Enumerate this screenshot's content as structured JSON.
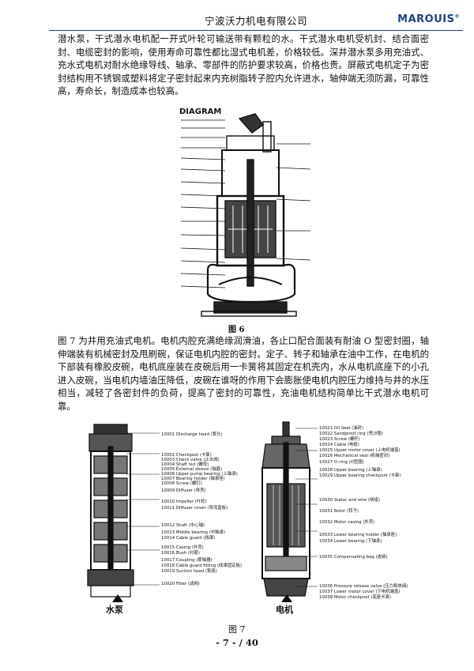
{
  "header": {
    "company": "宁波沃力机电有限公司",
    "logo": "MAROUIS"
  },
  "paragraph1": "潜水泵，干式潜水电机配一开式叶轮可输送带有颗粒的水。干式潜水电机受机封、结合面密封、电缆密封的影响，使用寿命可靠性都比湿式电机差，价格较低。深井潜水泵多用充油式、充水式电机对耐水绝缘导线、轴承、零部件的防护要求较高，价格也贵。屏蔽式电机定子为密封结构用不锈钢或塑料将定子密封起来内充树脂转子腔内允许进水，轴伸端无须防漏，可靠性高，寿命长，制造成本也较高。",
  "figure6": {
    "heading": "DIAGRAM",
    "caption": "图 6"
  },
  "paragraph2": "图 7 为井用充油式电机。电机内腔充满绝缘润滑油，各止口配合面装有耐油 O 型密封圈，轴伸端装有机械密封及甩刷碗，保证电机内腔的密封。定子、转子和轴承在油中工作，在电机的下部装有橡胶皮碗，电机底座装在皮碗后用一卡簧将其固定在机壳内，水从电机底座下的小孔进入皮碗，当电机内墙油压降低，皮碗在谁呀的作用下会膨胀使电机内腔压力维持与井的水压相当，减轻了各密封件的负荷，提高了密封的可靠性，充油电机结构简单比干式潜水电机可靠。",
  "figure7": {
    "pump_label": "水泵",
    "motor_label": "电机",
    "caption": "图 7",
    "pump_parts": [
      "10001 Discharge head (泵头)",
      "10002 Checkpost (卡簧)",
      "10003 Check valve (止水阀)",
      "10004 Shaft nut (螺母)",
      "10005 External sleeve (轴套)",
      "10006 Upper pump bearing (上轴承)",
      "10007 Bearing holder (轴承座)",
      "10008 Screw (螺钉)",
      "10009 Diffuser (导壳)",
      "10010 Impeller (叶轮)",
      "10011 Diffuser cover (导流盖板)",
      "10012 Shaft (中心轴)",
      "10013 Middle bearing (中轴承)",
      "10014 Cable guard (线罩)",
      "10015 Casing (外壳)",
      "10016 Bush (衬套)",
      "10017 Coupling (联轴器)",
      "10018 Cable guard fitting (线罩固定板)",
      "10019 Suction head (泵座)",
      "10020 Filter (滤网)"
    ],
    "motor_parts": [
      "10021 Oil Seal (油封)",
      "10022 Sandproof ring (甩沙圈)",
      "10023 Screw (螺杆)",
      "10024 Cable (电缆)",
      "10025 Upper motor cover (上电机端盖)",
      "10026 Mechanical seal (机械密封)",
      "10027 O-ring (O型圈)",
      "10028 Upper bearing (上轴承)",
      "10029 Upper bearing checkpost (卡簧)",
      "10030 Stator and wire (绕组)",
      "10031 Rotor (转子)",
      "10032 Motor casing (外壳)",
      "10033 Lower bearing holder (轴承座)",
      "10034 Lower bearing (下轴承)",
      "10035 Compensating bag (皮碗)",
      "10036 Pressure release valve (压力释放阀)",
      "10037 Lower motor cover (下电机端盖)",
      "10038 Motor checkpost (底座卡簧)"
    ]
  },
  "footer": {
    "page": "- 7 - / 40"
  }
}
